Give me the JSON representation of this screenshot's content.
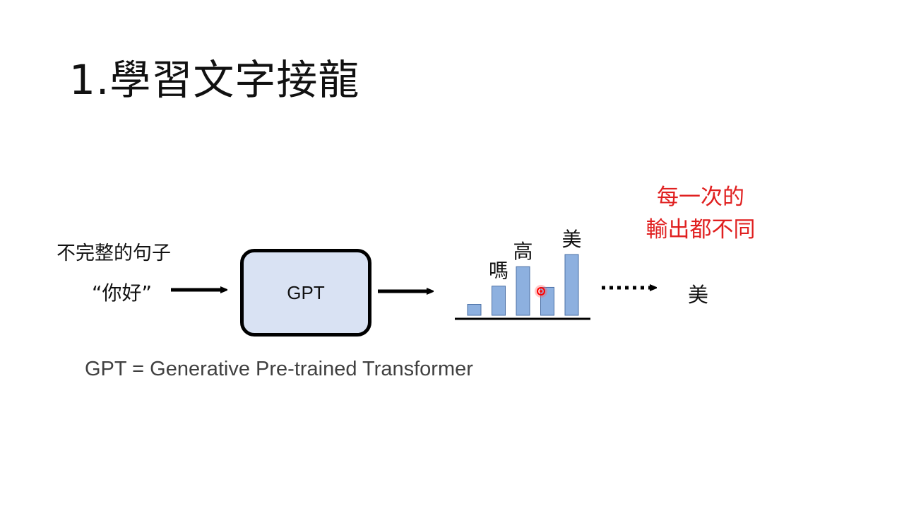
{
  "slide": {
    "title": "1.學習文字接龍",
    "input_caption": "不完整的句子",
    "input_text": "“你好”",
    "model_label": "GPT",
    "output_token": "美",
    "note_lines": [
      "每一次的",
      "輸出都不同"
    ],
    "footnote": "GPT = Generative Pre-trained Transformer"
  },
  "colors": {
    "note": "#e02020",
    "box_fill": "#d9e2f3",
    "bar_fill": "#8db0df",
    "pointer": "#ff0000"
  },
  "chart_data": {
    "type": "bar",
    "categories": [
      "",
      "嗎",
      "高",
      "",
      "美"
    ],
    "values": [
      0.18,
      0.48,
      0.8,
      0.46,
      1.0
    ],
    "labels": [
      "",
      "嗎",
      "高",
      "",
      "美"
    ]
  }
}
